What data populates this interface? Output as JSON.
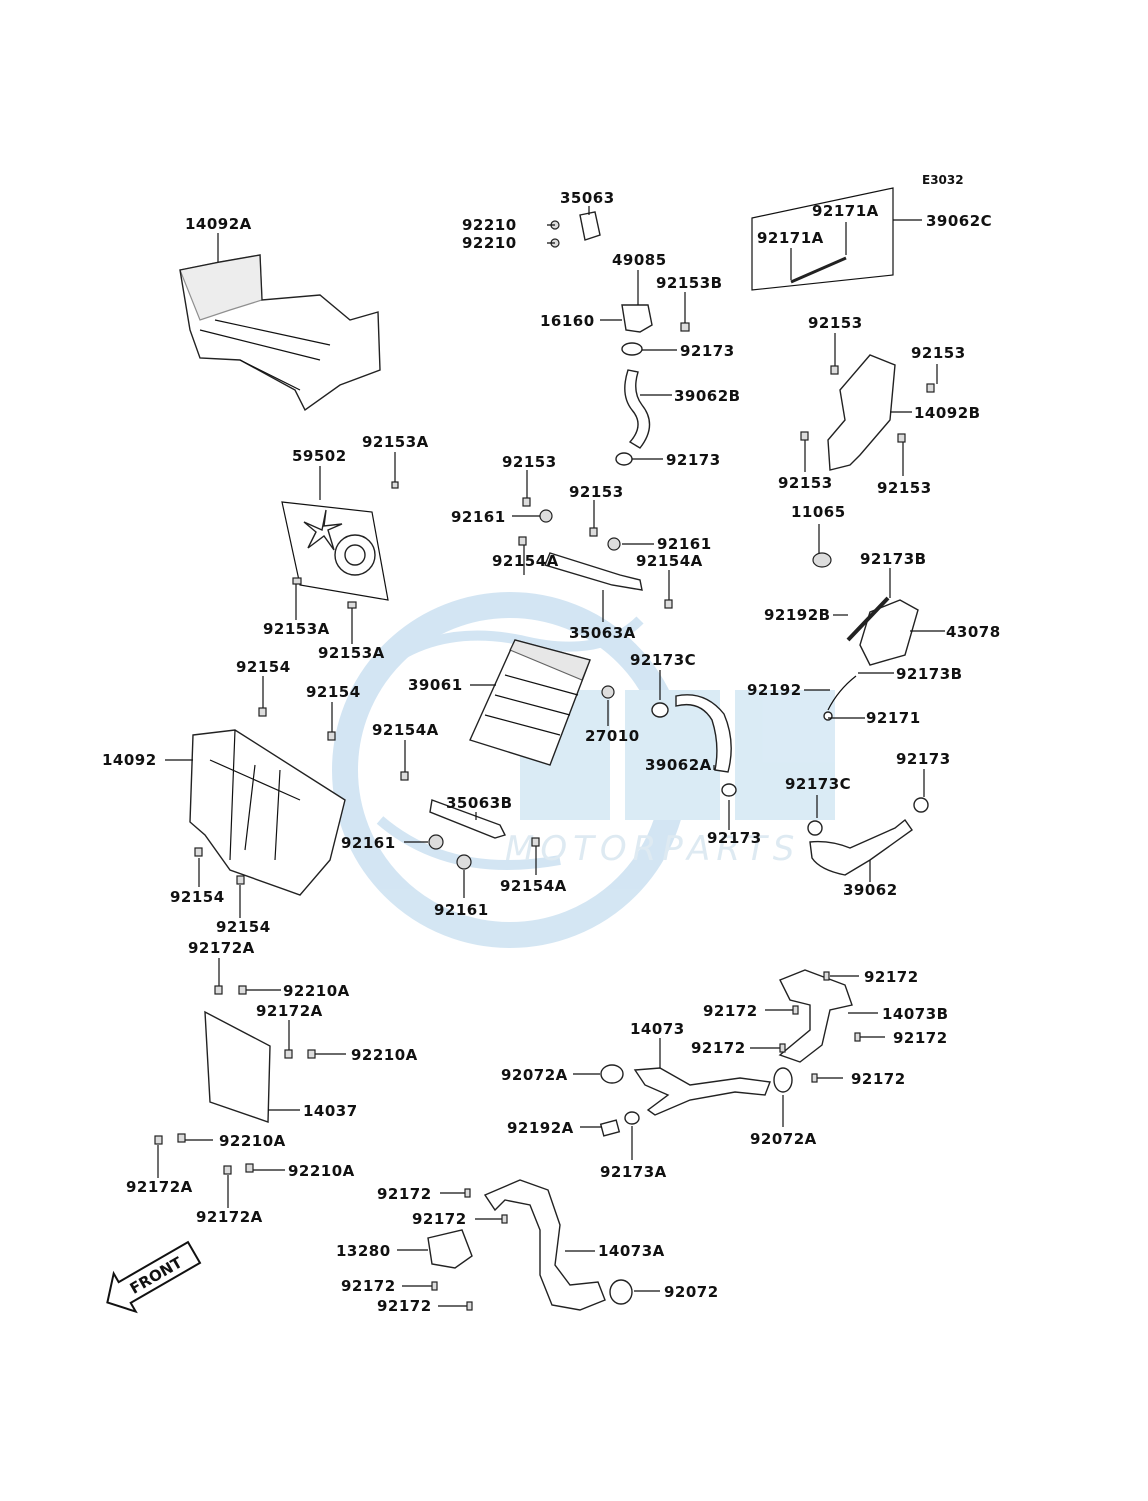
{
  "diagram": {
    "code": "E3032",
    "watermark": "MOTORPARTS",
    "front_label": "FRONT",
    "labels": {
      "l_14092A": "14092A",
      "l_35063": "35063",
      "l_92210_1": "92210",
      "l_92210_2": "92210",
      "l_49085": "49085",
      "l_92153B": "92153B",
      "l_16160": "16160",
      "l_92173_a": "92173",
      "l_39062B": "39062B",
      "l_92173_b": "92173",
      "l_92171A_1": "92171A",
      "l_92171A_2": "92171A",
      "l_39062C": "39062C",
      "l_92153_r1": "92153",
      "l_92153_r2": "92153",
      "l_14092B": "14092B",
      "l_92153_r3": "92153",
      "l_92153_r4": "92153",
      "l_59502": "59502",
      "l_92153A_1": "92153A",
      "l_92153A_2": "92153A",
      "l_92153A_3": "92153A",
      "l_92153_m1": "92153",
      "l_92161_m1": "92161",
      "l_92153_m2": "92153",
      "l_92161_m2": "92161",
      "l_92154A_m1": "92154A",
      "l_92154A_m2": "92154A",
      "l_35063A": "35063A",
      "l_11065": "11065",
      "l_92173B_1": "92173B",
      "l_92192B": "92192B",
      "l_43078": "43078",
      "l_92173B_2": "92173B",
      "l_92192": "92192",
      "l_92171": "92171",
      "l_92154_1": "92154",
      "l_92154_2": "92154",
      "l_14092": "14092",
      "l_39061": "39061",
      "l_92173C_1": "92173C",
      "l_27010": "27010",
      "l_92154A_3": "92154A",
      "l_35063B": "35063B",
      "l_39062A": "39062A",
      "l_92173_r": "92173",
      "l_92173C_2": "92173C",
      "l_92173_c": "92173",
      "l_92161_b1": "92161",
      "l_92154A_4": "92154A",
      "l_92161_b2": "92161",
      "l_39062": "39062",
      "l_92154_3": "92154",
      "l_92154_4": "92154",
      "l_92172A_1": "92172A",
      "l_92210A_1": "92210A",
      "l_92172A_2": "92172A",
      "l_92210A_2": "92210A",
      "l_14037": "14037",
      "l_92210A_3": "92210A",
      "l_92172A_3": "92172A",
      "l_92210A_4": "92210A",
      "l_92172A_4": "92172A",
      "l_92172_1": "92172",
      "l_92172_2": "92172",
      "l_14073B": "14073B",
      "l_92172_3": "92172",
      "l_92172_4": "92172",
      "l_14073": "14073",
      "l_92172_5": "92172",
      "l_92072A_1": "92072A",
      "l_92192A": "92192A",
      "l_92072A_2": "92072A",
      "l_92173A": "92173A",
      "l_92172_6": "92172",
      "l_92172_7": "92172",
      "l_13280": "13280",
      "l_14073A": "14073A",
      "l_92172_8": "92172",
      "l_92072": "92072",
      "l_92172_9": "92172"
    }
  }
}
